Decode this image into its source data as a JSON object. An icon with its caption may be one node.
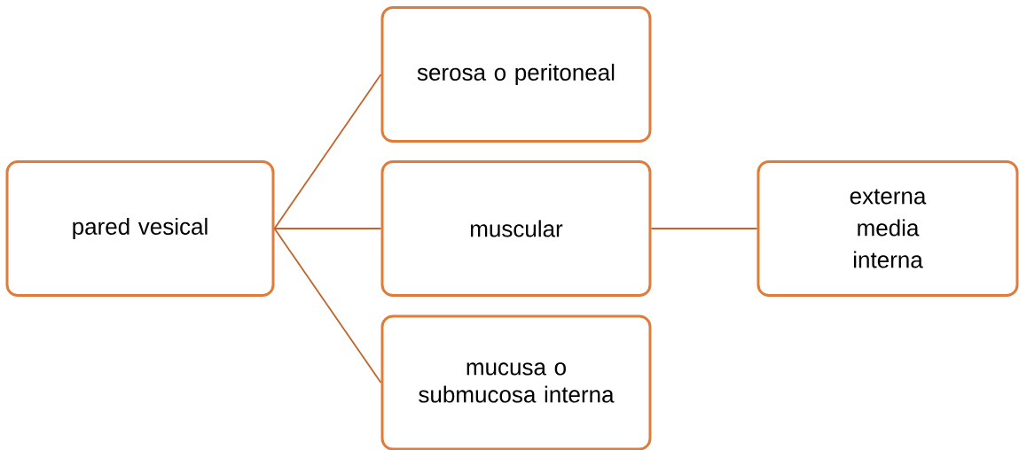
{
  "diagram": {
    "nodes": [
      {
        "text": [
          "pared vesical"
        ]
      },
      {
        "text": [
          "serosa o peritoneal"
        ]
      },
      {
        "text": [
          "muscular"
        ]
      },
      {
        "text": [
          "mucusa o submucosa interna"
        ]
      },
      {
        "text": [
          "externa",
          "media",
          "interna"
        ]
      }
    ],
    "edges": [
      {
        "from": 0,
        "to": 1,
        "arrow": "none"
      },
      {
        "from": 0,
        "to": 2,
        "arrow": "none"
      },
      {
        "from": 0,
        "to": 3,
        "arrow": "none"
      },
      {
        "from": 2,
        "to": 4,
        "arrow": "none"
      }
    ]
  }
}
